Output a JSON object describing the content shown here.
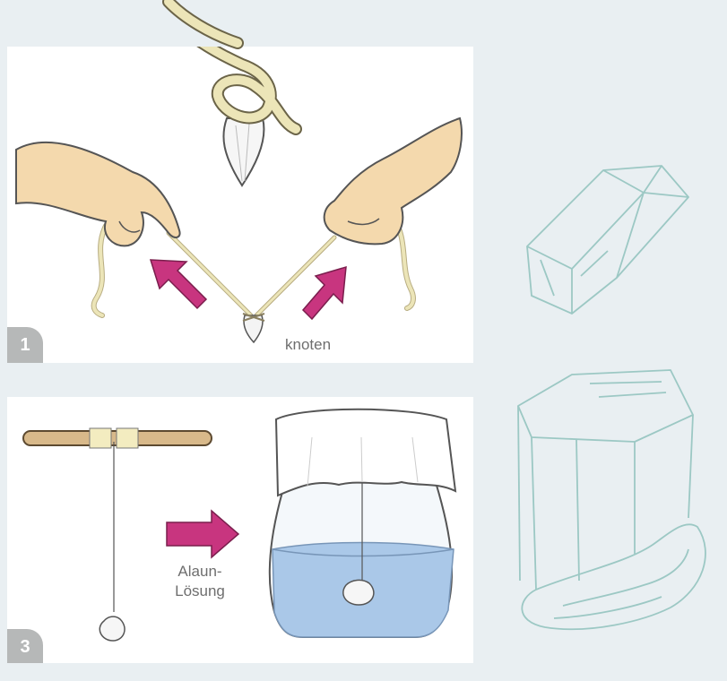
{
  "steps": [
    {
      "number": "1",
      "caption": "knoten"
    },
    {
      "number": "3",
      "caption_line1": "Alaun-",
      "caption_line2": "Lösung"
    }
  ],
  "colors": {
    "background": "#e9eff2",
    "arrow": "#c8357f",
    "badge": "#b6b8b8",
    "crystal_outline": "#9cc8c4",
    "water": "#aac8e8",
    "skin": "#f4d9ad",
    "string": "#ece5b8"
  },
  "icons": [
    "hand-icon",
    "knot-icon",
    "arrow-icon",
    "stick-icon",
    "jar-icon",
    "crystal-icon"
  ]
}
